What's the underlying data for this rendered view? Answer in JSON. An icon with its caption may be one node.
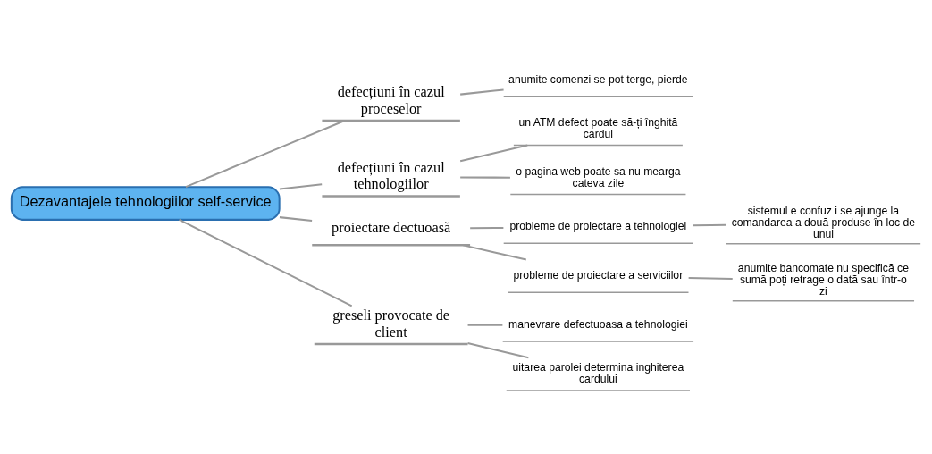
{
  "diagram": {
    "nodes": [
      {
        "text": [
          "Dezavantajele tehnologiilor self-service"
        ]
      },
      {
        "text": [
          "defecțiuni în cazul proceselor"
        ]
      },
      {
        "text": [
          "anumite comenzi se pot terge, pierde"
        ]
      },
      {
        "text": [
          "defecțiuni în cazul tehnologiilor"
        ]
      },
      {
        "text": [
          "un ATM defect poate să-ți înghită cardul"
        ]
      },
      {
        "text": [
          "o pagina web poate sa nu mearga cateva zile"
        ]
      },
      {
        "text": [
          "proiectare dectuoasă"
        ]
      },
      {
        "text": [
          "probleme de proiectare a tehnologiei"
        ]
      },
      {
        "text": [
          "sistemul e confuz i se ajunge la comandarea a două produse în loc de unul"
        ]
      },
      {
        "text": [
          "probleme de proiectare a serviciilor"
        ]
      },
      {
        "text": [
          "anumite bancomate nu specifică ce sumă poți retrage o dată sau într-o zi"
        ]
      },
      {
        "text": [
          "greseli provocate de client"
        ]
      },
      {
        "text": [
          "manevrare defectuoasa a tehnologiei"
        ]
      },
      {
        "text": [
          "uitarea parolei determina inghiterea cardului"
        ]
      }
    ],
    "edges": [
      {
        "from": 0,
        "to": 1,
        "arrow": "none"
      },
      {
        "from": 1,
        "to": 2,
        "arrow": "none"
      },
      {
        "from": 0,
        "to": 3,
        "arrow": "none"
      },
      {
        "from": 3,
        "to": 4,
        "arrow": "none"
      },
      {
        "from": 3,
        "to": 5,
        "arrow": "none"
      },
      {
        "from": 0,
        "to": 6,
        "arrow": "none"
      },
      {
        "from": 6,
        "to": 7,
        "arrow": "none"
      },
      {
        "from": 7,
        "to": 8,
        "arrow": "none"
      },
      {
        "from": 6,
        "to": 9,
        "arrow": "none"
      },
      {
        "from": 9,
        "to": 10,
        "arrow": "none"
      },
      {
        "from": 0,
        "to": 11,
        "arrow": "none"
      },
      {
        "from": 11,
        "to": 12,
        "arrow": "none"
      },
      {
        "from": 11,
        "to": 13,
        "arrow": "none"
      }
    ]
  }
}
